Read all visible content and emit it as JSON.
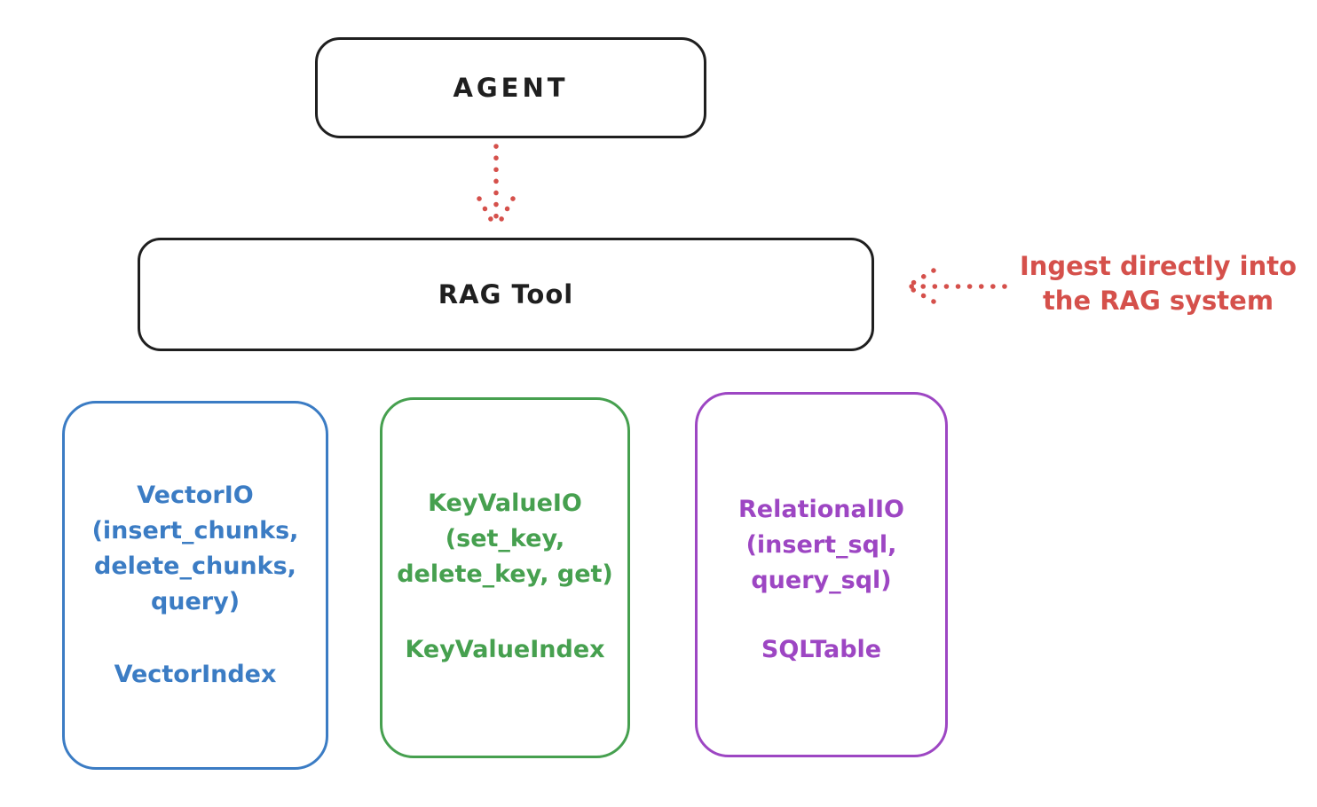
{
  "diagram": {
    "agent": {
      "label": "AGENT"
    },
    "rag_tool": {
      "label": "RAG Tool"
    },
    "annotation": {
      "text": "Ingest directly into\nthe RAG system"
    },
    "io_cards": [
      {
        "id": "vector-io",
        "io_text": "VectorIO\n(insert_chunks,\ndelete_chunks,\nquery)",
        "index_text": "VectorIndex",
        "color": "#3b7cc4"
      },
      {
        "id": "keyvalue-io",
        "io_text": "KeyValueIO\n(set_key,\ndelete_key, get)",
        "index_text": "KeyValueIndex",
        "color": "#46a04f"
      },
      {
        "id": "relational-io",
        "io_text": "RelationalIO\n(insert_sql,\nquery_sql)",
        "index_text": "SQLTable",
        "color": "#9d46c3"
      }
    ],
    "colors": {
      "stroke": "#1f1f1f",
      "accent_red": "#d5504b",
      "blue": "#3b7cc4",
      "green": "#46a04f",
      "purple": "#9d46c3",
      "background": "#ffffff"
    }
  }
}
